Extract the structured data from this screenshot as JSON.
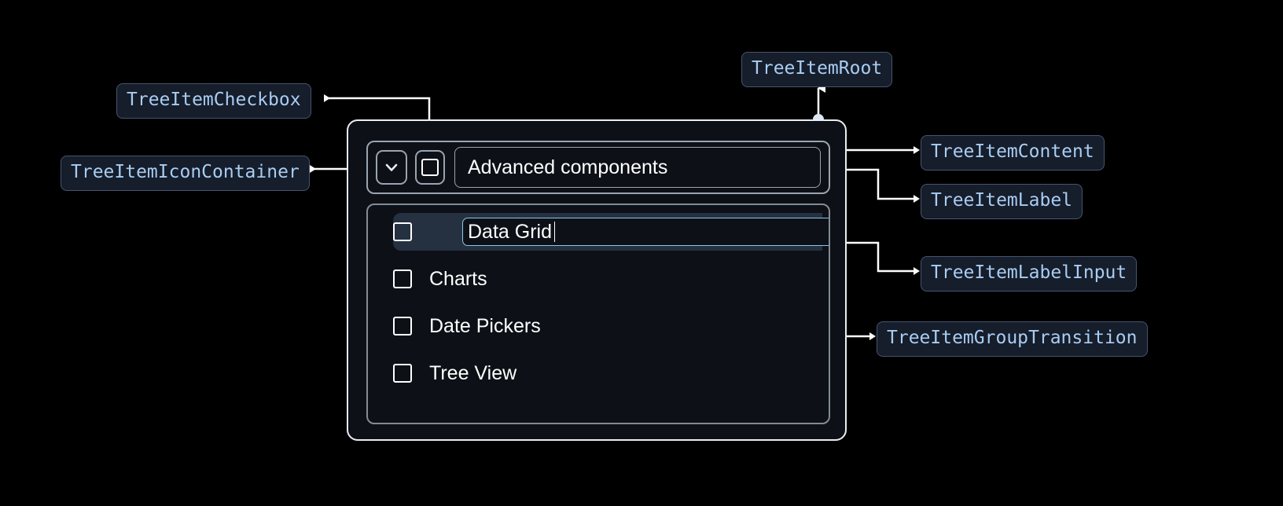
{
  "page": {
    "title": "TreeItem anatomy diagram",
    "background": "#000000"
  },
  "theme": {
    "badge_bg": "#161d2b",
    "badge_border": "#46556e",
    "badge_text": "#a9cdf2",
    "root_border": "#e9edf2",
    "part_border": "#9aa4b0",
    "group_border": "#838b95",
    "panel_bg": "#0d1117",
    "selected_row_bg": "#253040",
    "input_focus_border": "#8fc4ef",
    "text": "#ffffff",
    "wire": "#ffffff"
  },
  "annotations": [
    {
      "id": "checkbox",
      "label": "TreeItemCheckbox"
    },
    {
      "id": "icon_container",
      "label": "TreeItemIconContainer"
    },
    {
      "id": "root",
      "label": "TreeItemRoot"
    },
    {
      "id": "content",
      "label": "TreeItemContent"
    },
    {
      "id": "label",
      "label": "TreeItemLabel"
    },
    {
      "id": "label_input",
      "label": "TreeItemLabelInput"
    },
    {
      "id": "group_transition",
      "label": "TreeItemGroupTransition"
    }
  ],
  "tree": {
    "expand_icon": "chevron-down-icon",
    "root_checkbox": {
      "icon": "checkbox-unchecked-icon",
      "checked": false
    },
    "root_label": "Advanced components",
    "children": [
      {
        "label": "Data Grid",
        "checked": false,
        "editing": true,
        "selected": true
      },
      {
        "label": "Charts",
        "checked": false,
        "editing": false,
        "selected": false
      },
      {
        "label": "Date Pickers",
        "checked": false,
        "editing": false,
        "selected": false
      },
      {
        "label": "Tree View",
        "checked": false,
        "editing": false,
        "selected": false
      }
    ],
    "label_input_value": "Data Grid"
  }
}
